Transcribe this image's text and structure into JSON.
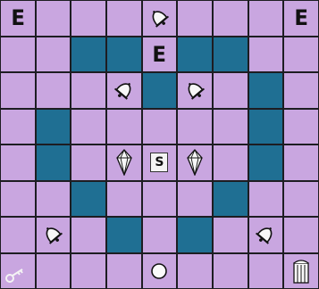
{
  "board": {
    "cols": 9,
    "rows": 8,
    "colors": {
      "floor": "#c9a6e0",
      "wall": "#1f6f93",
      "grid_line": "#1d1d22"
    },
    "walls": [
      [
        1,
        2
      ],
      [
        1,
        3
      ],
      [
        1,
        5
      ],
      [
        1,
        6
      ],
      [
        2,
        4
      ],
      [
        2,
        7
      ],
      [
        3,
        1
      ],
      [
        3,
        7
      ],
      [
        4,
        1
      ],
      [
        4,
        7
      ],
      [
        5,
        2
      ],
      [
        5,
        6
      ],
      [
        6,
        3
      ],
      [
        6,
        5
      ]
    ],
    "pieces": [
      {
        "row": 0,
        "col": 0,
        "type": "letter",
        "icon": "letter-e-icon",
        "text": "E"
      },
      {
        "row": 0,
        "col": 4,
        "type": "bell",
        "icon": "bell-icon",
        "tilt": "left"
      },
      {
        "row": 0,
        "col": 8,
        "type": "letter",
        "icon": "letter-e-icon",
        "text": "E"
      },
      {
        "row": 1,
        "col": 4,
        "type": "letter",
        "icon": "letter-e-icon",
        "text": "E"
      },
      {
        "row": 2,
        "col": 3,
        "type": "bell",
        "icon": "bell-icon",
        "tilt": "right"
      },
      {
        "row": 2,
        "col": 5,
        "type": "bell",
        "icon": "bell-icon",
        "tilt": "left"
      },
      {
        "row": 4,
        "col": 3,
        "type": "gem",
        "icon": "diamond-gem-icon"
      },
      {
        "row": 4,
        "col": 4,
        "type": "start",
        "icon": "start-s-icon",
        "text": "S"
      },
      {
        "row": 4,
        "col": 5,
        "type": "gem",
        "icon": "diamond-gem-icon"
      },
      {
        "row": 6,
        "col": 1,
        "type": "bell",
        "icon": "bell-icon",
        "tilt": "left"
      },
      {
        "row": 6,
        "col": 7,
        "type": "bell",
        "icon": "bell-icon",
        "tilt": "right"
      },
      {
        "row": 7,
        "col": 0,
        "type": "key",
        "icon": "key-icon"
      },
      {
        "row": 7,
        "col": 4,
        "type": "orb",
        "icon": "ball-icon"
      },
      {
        "row": 7,
        "col": 8,
        "type": "exit",
        "icon": "pillar-exit-icon"
      }
    ]
  }
}
